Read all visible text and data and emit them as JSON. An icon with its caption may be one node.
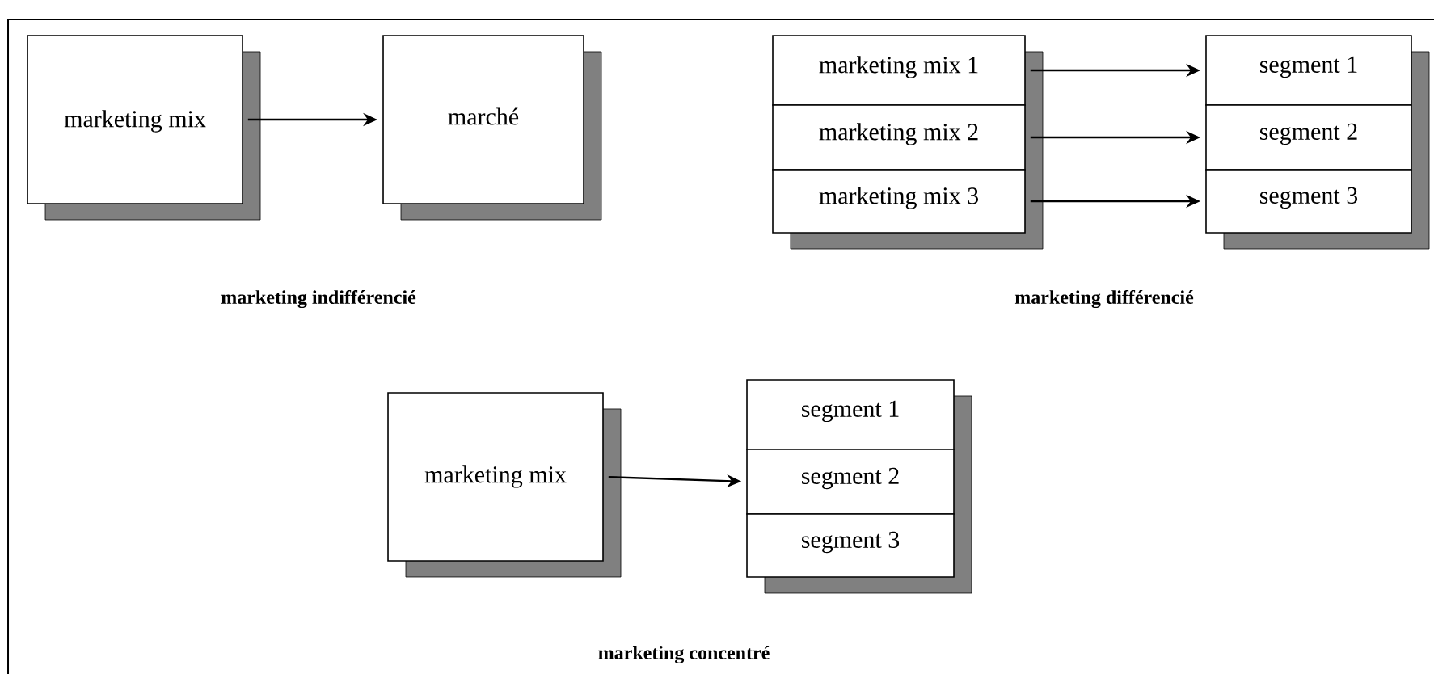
{
  "diagram": {
    "nodes": [
      {
        "text": [
          "marketing mix"
        ]
      },
      {
        "text": [
          "marché"
        ]
      },
      {
        "text": [
          "marketing mix 1"
        ]
      },
      {
        "text": [
          "marketing mix 2"
        ]
      },
      {
        "text": [
          "marketing mix 3"
        ]
      },
      {
        "text": [
          "segment 1"
        ]
      },
      {
        "text": [
          "segment 2"
        ]
      },
      {
        "text": [
          "segment 3"
        ]
      },
      {
        "text": [
          "marketing mix"
        ]
      },
      {
        "text": [
          "segment 1"
        ]
      },
      {
        "text": [
          "segment 2"
        ]
      },
      {
        "text": [
          "segment 3"
        ]
      }
    ],
    "edges": [
      {
        "from": 0,
        "to": 1,
        "arrow": "to"
      },
      {
        "from": 2,
        "to": 5,
        "arrow": "to"
      },
      {
        "from": 3,
        "to": 6,
        "arrow": "to"
      },
      {
        "from": 4,
        "to": 7,
        "arrow": "to"
      },
      {
        "from": 8,
        "to": 10,
        "arrow": "to"
      }
    ],
    "labels": [
      "marketing indifférencié",
      "marketing différencié",
      "marketing concentré"
    ]
  }
}
